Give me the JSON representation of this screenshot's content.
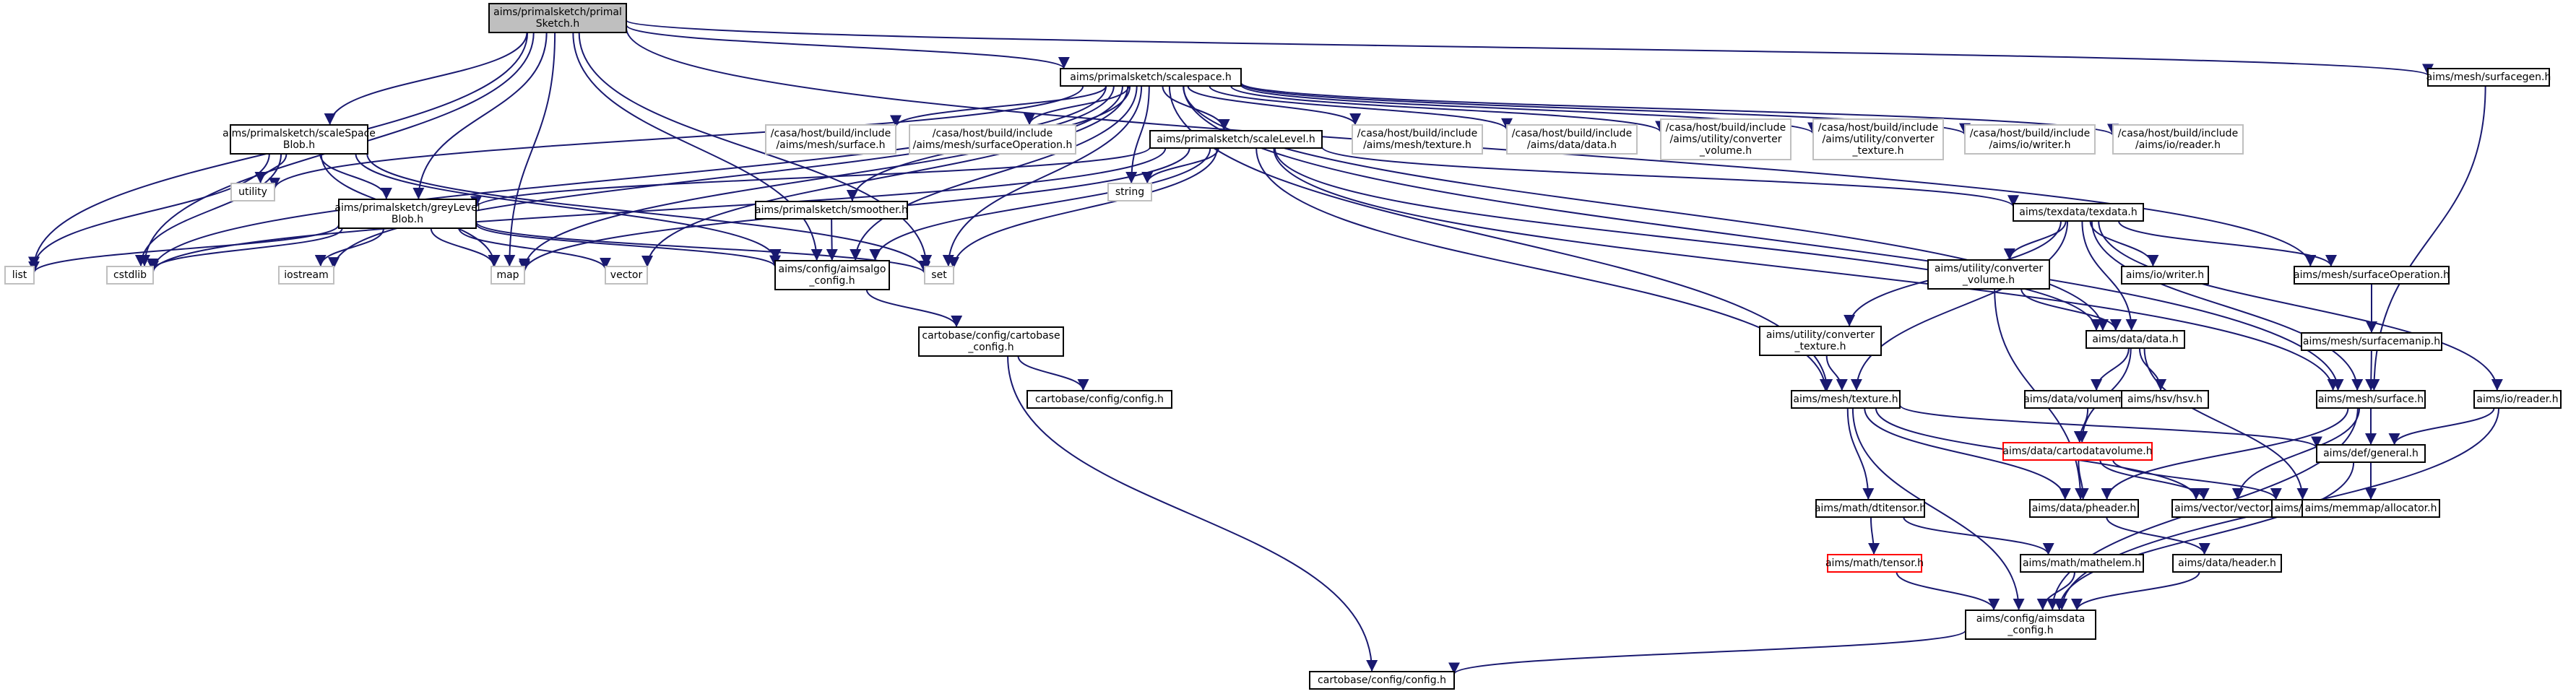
{
  "colors": {
    "edge": "#191970",
    "box_border": "#000000",
    "external_border": "#bfbfbf",
    "missing_border": "#ff0000",
    "root_fill": "#bfbfbf",
    "text": "#000000",
    "external_text": "#000000"
  },
  "nodes": [
    {
      "id": "root",
      "kind": "root",
      "lines": [
        "aims/primalsketch/primal",
        "Sketch.h"
      ]
    },
    {
      "id": "scalespace",
      "kind": "box",
      "lines": [
        "aims/primalsketch/scalespace.h"
      ]
    },
    {
      "id": "surfacegen",
      "kind": "box",
      "lines": [
        "aims/mesh/surfacegen.h"
      ]
    },
    {
      "id": "scaleSpaceBlob",
      "kind": "box",
      "lines": [
        "aims/primalsketch/scaleSpace",
        "Blob.h"
      ]
    },
    {
      "id": "ext_mesh_surface",
      "kind": "external",
      "lines": [
        "/casa/host/build/include",
        "/aims/mesh/surface.h"
      ]
    },
    {
      "id": "ext_surfaceOperation",
      "kind": "external",
      "lines": [
        "/casa/host/build/include",
        "/aims/mesh/surfaceOperation.h"
      ]
    },
    {
      "id": "scaleLevel",
      "kind": "box",
      "lines": [
        "aims/primalsketch/scaleLevel.h"
      ]
    },
    {
      "id": "ext_texture",
      "kind": "external",
      "lines": [
        "/casa/host/build/include",
        "/aims/mesh/texture.h"
      ]
    },
    {
      "id": "ext_data",
      "kind": "external",
      "lines": [
        "/casa/host/build/include",
        "/aims/data/data.h"
      ]
    },
    {
      "id": "ext_conv_volume",
      "kind": "external",
      "lines": [
        "/casa/host/build/include",
        "/aims/utility/converter",
        "_volume.h"
      ]
    },
    {
      "id": "ext_conv_texture",
      "kind": "external",
      "lines": [
        "/casa/host/build/include",
        "/aims/utility/converter",
        "_texture.h"
      ]
    },
    {
      "id": "ext_writer",
      "kind": "external",
      "lines": [
        "/casa/host/build/include",
        "/aims/io/writer.h"
      ]
    },
    {
      "id": "ext_reader",
      "kind": "external",
      "lines": [
        "/casa/host/build/include",
        "/aims/io/reader.h"
      ]
    },
    {
      "id": "utility",
      "kind": "external",
      "lines": [
        "utility"
      ]
    },
    {
      "id": "string",
      "kind": "external",
      "lines": [
        "string"
      ]
    },
    {
      "id": "greyLevelBlob",
      "kind": "box",
      "lines": [
        "aims/primalsketch/greyLevel",
        "Blob.h"
      ]
    },
    {
      "id": "smoother",
      "kind": "box",
      "lines": [
        "aims/primalsketch/smoother.h"
      ]
    },
    {
      "id": "texdata",
      "kind": "box",
      "lines": [
        "aims/texdata/texdata.h"
      ]
    },
    {
      "id": "list",
      "kind": "external",
      "lines": [
        "list"
      ]
    },
    {
      "id": "cstdlib",
      "kind": "external",
      "lines": [
        "cstdlib"
      ]
    },
    {
      "id": "iostream",
      "kind": "external",
      "lines": [
        "iostream"
      ]
    },
    {
      "id": "map",
      "kind": "external",
      "lines": [
        "map"
      ]
    },
    {
      "id": "vector",
      "kind": "external",
      "lines": [
        "vector"
      ]
    },
    {
      "id": "set",
      "kind": "external",
      "lines": [
        "set"
      ]
    },
    {
      "id": "aimsalgo_config",
      "kind": "box",
      "lines": [
        "aims/config/aimsalgo",
        "_config.h"
      ]
    },
    {
      "id": "util_conv_volume",
      "kind": "box",
      "lines": [
        "aims/utility/converter",
        "_volume.h"
      ]
    },
    {
      "id": "io_writer",
      "kind": "box",
      "lines": [
        "aims/io/writer.h"
      ]
    },
    {
      "id": "mesh_surfaceOperation",
      "kind": "box",
      "lines": [
        "aims/mesh/surfaceOperation.h"
      ]
    },
    {
      "id": "cartobase_config",
      "kind": "box",
      "lines": [
        "cartobase/config/cartobase",
        "_config.h"
      ]
    },
    {
      "id": "util_conv_texture",
      "kind": "box",
      "lines": [
        "aims/utility/converter",
        "_texture.h"
      ]
    },
    {
      "id": "data_data",
      "kind": "box",
      "lines": [
        "aims/data/data.h"
      ]
    },
    {
      "id": "surfacemanip",
      "kind": "box",
      "lines": [
        "aims/mesh/surfacemanip.h"
      ]
    },
    {
      "id": "cartobase_config_config",
      "kind": "box",
      "lines": [
        "cartobase/config/config.h"
      ]
    },
    {
      "id": "mesh_texture",
      "kind": "box",
      "lines": [
        "aims/mesh/texture.h"
      ]
    },
    {
      "id": "volumemanip",
      "kind": "box",
      "lines": [
        "aims/data/volumemanip.h"
      ]
    },
    {
      "id": "hsv",
      "kind": "box",
      "lines": [
        "aims/hsv/hsv.h"
      ]
    },
    {
      "id": "mesh_surface",
      "kind": "box",
      "lines": [
        "aims/mesh/surface.h"
      ]
    },
    {
      "id": "io_reader",
      "kind": "box",
      "lines": [
        "aims/io/reader.h"
      ]
    },
    {
      "id": "cartodatavolume",
      "kind": "missing",
      "lines": [
        "aims/data/cartodatavolume.h"
      ]
    },
    {
      "id": "def_general",
      "kind": "box",
      "lines": [
        "aims/def/general.h"
      ]
    },
    {
      "id": "dtitensor",
      "kind": "box",
      "lines": [
        "aims/math/dtitensor.h"
      ]
    },
    {
      "id": "pheader",
      "kind": "box",
      "lines": [
        "aims/data/pheader.h"
      ]
    },
    {
      "id": "vector_h",
      "kind": "box",
      "lines": [
        "aims/vector/vector.h"
      ]
    },
    {
      "id": "rgb",
      "kind": "box",
      "lines": [
        "aims/rgb/rgb.h"
      ]
    },
    {
      "id": "allocator",
      "kind": "box",
      "lines": [
        "aims/memmap/allocator.h"
      ]
    },
    {
      "id": "tensor",
      "kind": "missing",
      "lines": [
        "aims/math/tensor.h"
      ]
    },
    {
      "id": "mathelem",
      "kind": "box",
      "lines": [
        "aims/math/mathelem.h"
      ]
    },
    {
      "id": "data_header",
      "kind": "box",
      "lines": [
        "aims/data/header.h"
      ]
    },
    {
      "id": "aimsdata_config",
      "kind": "box",
      "lines": [
        "aims/config/aimsdata",
        "_config.h"
      ]
    },
    {
      "id": "cartobase_cfg_bottom",
      "kind": "box",
      "lines": [
        "cartobase/config/config.h"
      ]
    }
  ],
  "edges": [
    [
      "root",
      "scalespace"
    ],
    [
      "root",
      "surfacegen"
    ],
    [
      "root",
      "scaleSpaceBlob"
    ],
    [
      "root",
      "greyLevelBlob"
    ],
    [
      "root",
      "list"
    ],
    [
      "root",
      "cstdlib"
    ],
    [
      "root",
      "map"
    ],
    [
      "root",
      "set"
    ],
    [
      "root",
      "aimsalgo_config"
    ],
    [
      "root",
      "mesh_surfaceOperation"
    ],
    [
      "scalespace",
      "ext_mesh_surface"
    ],
    [
      "scalespace",
      "ext_surfaceOperation"
    ],
    [
      "scalespace",
      "scaleLevel"
    ],
    [
      "scalespace",
      "ext_texture"
    ],
    [
      "scalespace",
      "ext_data"
    ],
    [
      "scalespace",
      "ext_conv_volume"
    ],
    [
      "scalespace",
      "ext_conv_texture"
    ],
    [
      "scalespace",
      "ext_writer"
    ],
    [
      "scalespace",
      "ext_reader"
    ],
    [
      "scalespace",
      "utility"
    ],
    [
      "scalespace",
      "string"
    ],
    [
      "scalespace",
      "smoother"
    ],
    [
      "scalespace",
      "cstdlib"
    ],
    [
      "scalespace",
      "iostream"
    ],
    [
      "scalespace",
      "map"
    ],
    [
      "scalespace",
      "vector"
    ],
    [
      "scalespace",
      "set"
    ],
    [
      "scalespace",
      "aimsalgo_config"
    ],
    [
      "scalespace",
      "data_data"
    ],
    [
      "scalespace",
      "mesh_texture"
    ],
    [
      "scalespace",
      "mesh_surface"
    ],
    [
      "surfacegen",
      "mesh_surface"
    ],
    [
      "scaleSpaceBlob",
      "greyLevelBlob"
    ],
    [
      "scaleSpaceBlob",
      "utility"
    ],
    [
      "scaleSpaceBlob",
      "list"
    ],
    [
      "scaleSpaceBlob",
      "cstdlib"
    ],
    [
      "scaleSpaceBlob",
      "map"
    ],
    [
      "scaleSpaceBlob",
      "set"
    ],
    [
      "scaleSpaceBlob",
      "aimsalgo_config"
    ],
    [
      "scaleLevel",
      "greyLevelBlob"
    ],
    [
      "scaleLevel",
      "texdata"
    ],
    [
      "scaleLevel",
      "string"
    ],
    [
      "scaleLevel",
      "map"
    ],
    [
      "scaleLevel",
      "set"
    ],
    [
      "scaleLevel",
      "aimsalgo_config"
    ],
    [
      "scaleLevel",
      "cstdlib"
    ],
    [
      "scaleLevel",
      "data_data"
    ],
    [
      "scaleLevel",
      "mesh_texture"
    ],
    [
      "scaleLevel",
      "mesh_surface"
    ],
    [
      "greyLevelBlob",
      "list"
    ],
    [
      "greyLevelBlob",
      "cstdlib"
    ],
    [
      "greyLevelBlob",
      "iostream"
    ],
    [
      "greyLevelBlob",
      "map"
    ],
    [
      "greyLevelBlob",
      "vector"
    ],
    [
      "greyLevelBlob",
      "set"
    ],
    [
      "greyLevelBlob",
      "aimsalgo_config"
    ],
    [
      "smoother",
      "aimsalgo_config"
    ],
    [
      "aimsalgo_config",
      "cartobase_config"
    ],
    [
      "cartobase_config",
      "cartobase_config_config"
    ],
    [
      "cartobase_config",
      "cartobase_cfg_bottom"
    ],
    [
      "texdata",
      "util_conv_volume"
    ],
    [
      "texdata",
      "io_writer"
    ],
    [
      "texdata",
      "mesh_surfaceOperation"
    ],
    [
      "texdata",
      "util_conv_texture"
    ],
    [
      "texdata",
      "data_data"
    ],
    [
      "texdata",
      "mesh_texture"
    ],
    [
      "texdata",
      "mesh_surface"
    ],
    [
      "texdata",
      "io_reader"
    ],
    [
      "util_conv_volume",
      "data_data"
    ],
    [
      "util_conv_volume",
      "pheader"
    ],
    [
      "util_conv_texture",
      "mesh_texture"
    ],
    [
      "mesh_surfaceOperation",
      "surfacemanip"
    ],
    [
      "surfacemanip",
      "mesh_surface"
    ],
    [
      "data_data",
      "volumemanip"
    ],
    [
      "data_data",
      "hsv"
    ],
    [
      "data_data",
      "cartodatavolume"
    ],
    [
      "data_data",
      "rgb"
    ],
    [
      "volumemanip",
      "cartodatavolume"
    ],
    [
      "cartodatavolume",
      "pheader"
    ],
    [
      "cartodatavolume",
      "vector_h"
    ],
    [
      "cartodatavolume",
      "rgb"
    ],
    [
      "mesh_texture",
      "def_general"
    ],
    [
      "mesh_texture",
      "dtitensor"
    ],
    [
      "mesh_texture",
      "pheader"
    ],
    [
      "mesh_texture",
      "vector_h"
    ],
    [
      "mesh_texture",
      "aimsdata_config"
    ],
    [
      "mesh_surface",
      "def_general"
    ],
    [
      "mesh_surface",
      "pheader"
    ],
    [
      "mesh_surface",
      "vector_h"
    ],
    [
      "mesh_surface",
      "aimsdata_config"
    ],
    [
      "io_reader",
      "def_general"
    ],
    [
      "io_reader",
      "aimsdata_config"
    ],
    [
      "def_general",
      "allocator"
    ],
    [
      "def_general",
      "aimsdata_config"
    ],
    [
      "dtitensor",
      "tensor"
    ],
    [
      "dtitensor",
      "mathelem"
    ],
    [
      "tensor",
      "aimsdata_config"
    ],
    [
      "mathelem",
      "aimsdata_config"
    ],
    [
      "pheader",
      "data_header"
    ],
    [
      "data_header",
      "aimsdata_config"
    ],
    [
      "aimsdata_config",
      "cartobase_cfg_bottom"
    ]
  ]
}
